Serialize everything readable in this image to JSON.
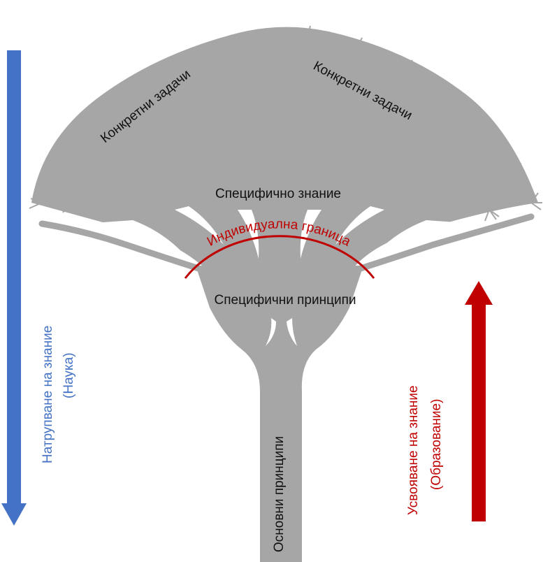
{
  "colors": {
    "tree": "#a6a6a6",
    "science": "#4472c4",
    "education": "#c00000",
    "text": "#111111"
  },
  "labels": {
    "concrete_tasks_left": "Конкретни задачи",
    "concrete_tasks_right": "Конкретни задачи",
    "specific_knowledge": "Специфично знание",
    "individual_boundary": "Индивидуална граница",
    "specific_principles": "Специфични принципи",
    "basic_principles": "Основни принципи"
  },
  "science_arrow": {
    "line1": "Натрупване на знание",
    "line2": "(Наука)",
    "icon": "arrow-down-icon"
  },
  "education_arrow": {
    "line1": "Усвояване на знание",
    "line2": "(Образование)",
    "icon": "arrow-up-icon"
  }
}
